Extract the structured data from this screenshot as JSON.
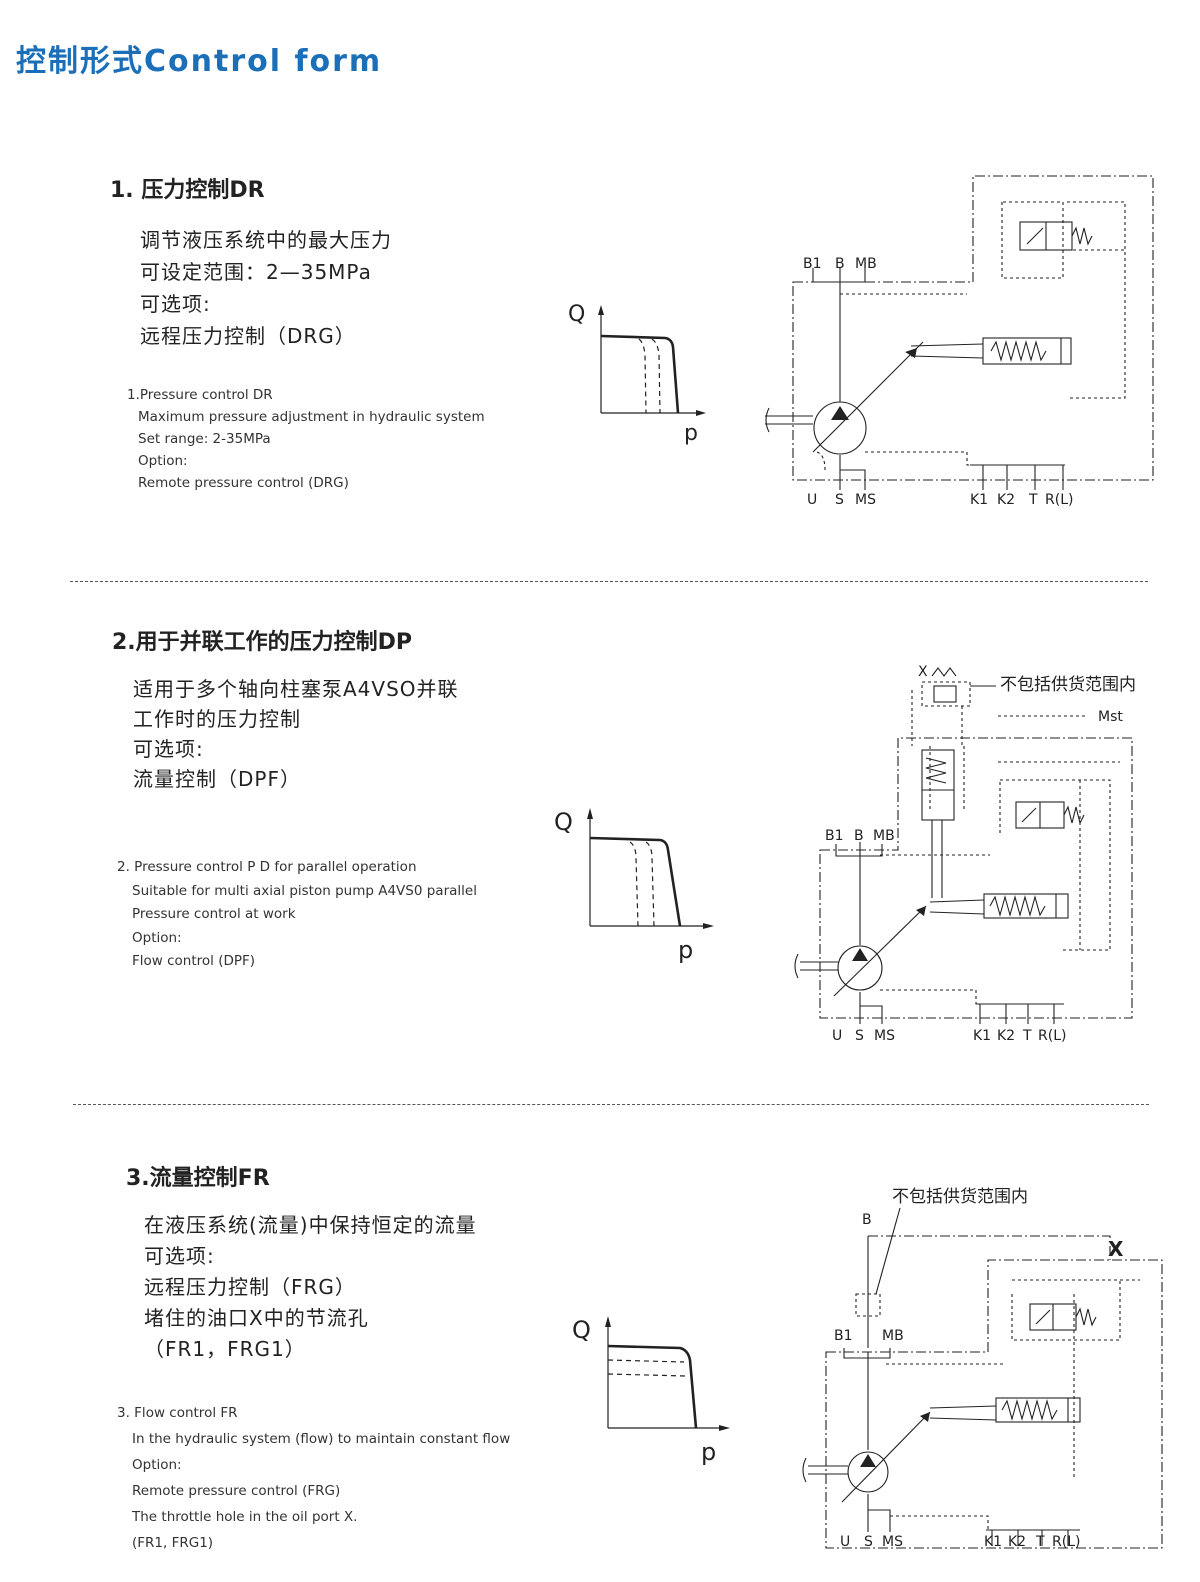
{
  "page_title": "控制形式Control form",
  "graph_labels": {
    "q": "Q",
    "p": "p"
  },
  "sections": [
    {
      "title": "1. 压力控制DR",
      "cn": [
        "调节液压系统中的最大压力",
        "可设定范围：2—35MPa",
        "可选项:",
        "远程压力控制（DRG）"
      ],
      "en": [
        "1.Pressure control DR",
        "Maximum pressure adjustment in hydraulic system",
        "Set range: 2-35MPa",
        "Option:",
        "Remote pressure control (DRG)"
      ],
      "ports_top": [
        "B1",
        "B",
        "MB"
      ],
      "ports_bottom_left": [
        "U",
        "S",
        "MS"
      ],
      "ports_bottom_right": [
        "K1",
        "K2",
        "T",
        "R(L)"
      ]
    },
    {
      "title": "2.用于并联工作的压力控制DP",
      "cn": [
        "适用于多个轴向柱塞泵A4VSO并联",
        "工作时的压力控制",
        "可选项:",
        "流量控制（DPF）"
      ],
      "en": [
        "2. Pressure control P D for parallel operation",
        "Suitable for multi axial piston pump A4VS0 parallel",
        "Pressure control at work",
        "Option:",
        "Flow control (DPF)"
      ],
      "note": "不包括供货范围内",
      "port_x": "X",
      "port_mst": "Mst",
      "ports_top": [
        "B1",
        "B",
        "MB"
      ],
      "ports_bottom_left": [
        "U",
        "S",
        "MS"
      ],
      "ports_bottom_right": [
        "K1",
        "K2",
        "T",
        "R(L)"
      ]
    },
    {
      "title": "3.流量控制FR",
      "cn": [
        "在液压系统(流量)中保持恒定的流量",
        "可选项:",
        "远程压力控制（FRG）",
        "堵住的油口X中的节流孔",
        "（FR1，FRG1）"
      ],
      "en": [
        "3. Flow control FR",
        "In the hydraulic system (flow) to maintain constant flow",
        "Option:",
        "Remote pressure control (FRG)",
        "The throttle hole in the oil port X.",
        "(FR1, FRG1)"
      ],
      "note": "不包括供货范围内",
      "port_b_top": "B",
      "port_x": "X",
      "ports_top": [
        "B1",
        "MB"
      ],
      "ports_bottom_left": [
        "U",
        "S",
        "MS"
      ],
      "ports_bottom_right": [
        "K1",
        "K2",
        "T",
        "R(L)"
      ]
    }
  ]
}
